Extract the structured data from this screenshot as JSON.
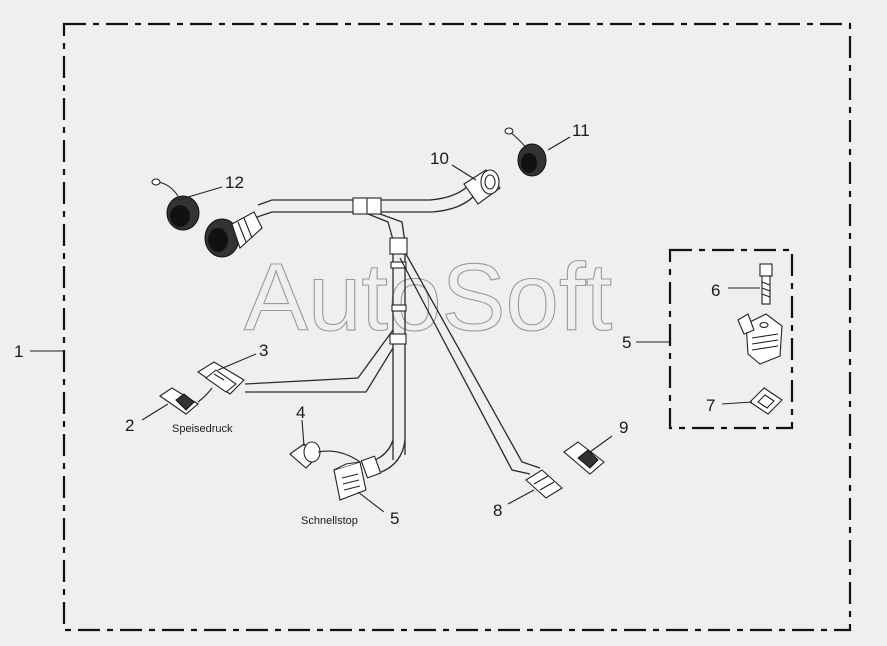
{
  "labels": {
    "assembly": "1",
    "sensor_2": "2",
    "connector_3": "3",
    "plug_4": "4",
    "solenoid_5": "5",
    "solenoid_5_detail": "5",
    "bolt_6": "6",
    "gasket_7": "7",
    "connector_8": "8",
    "connector_9": "9",
    "socket_10": "10",
    "cap_11": "11",
    "cap_12": "12"
  },
  "captions": {
    "speisedruck": "Speisedruck",
    "schnellstop": "Schnellstop"
  },
  "watermark": "AutoSoft"
}
